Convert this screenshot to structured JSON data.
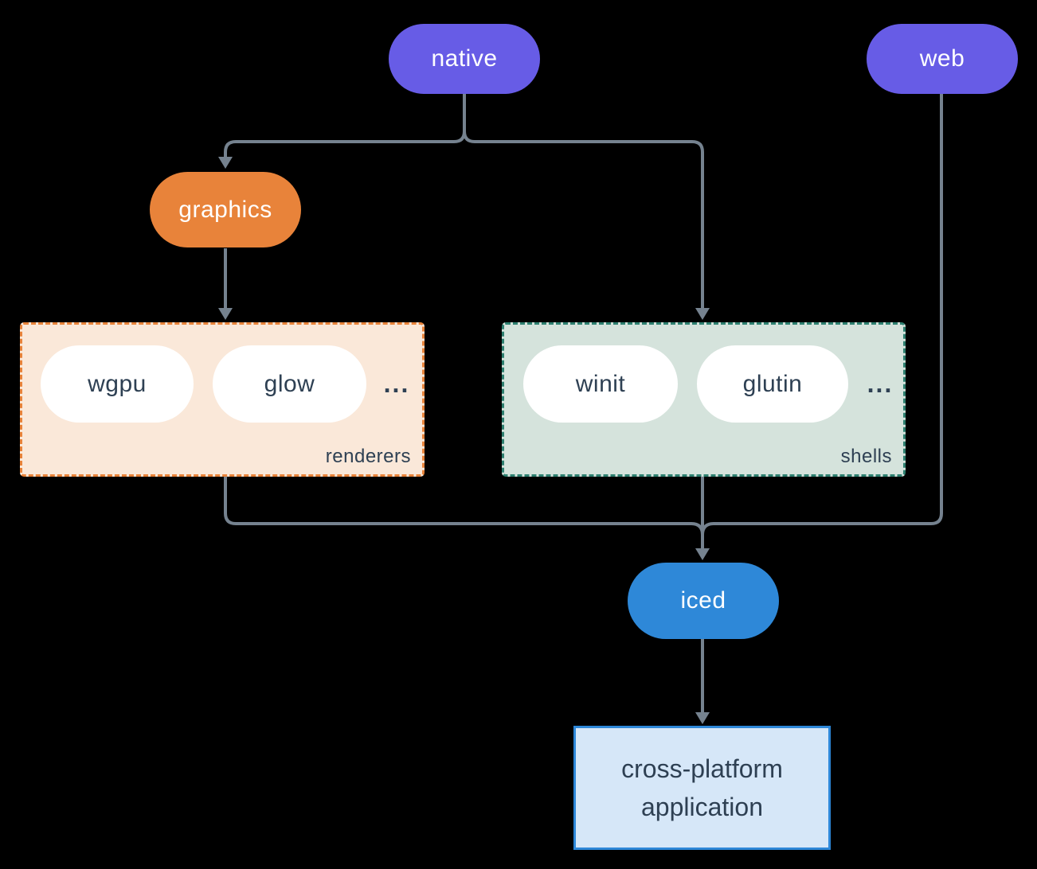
{
  "diagram": {
    "colors": {
      "background": "#000000",
      "line": "#75828f",
      "dark_text": "#2e4053",
      "white_text": "#ffffff",
      "native_fill": "#675ce6",
      "web_fill": "#675ce6",
      "graphics_fill": "#e8833a",
      "iced_fill": "#2e88d8",
      "inner_pill_fill": "#ffffff",
      "renderers_fill": "#fae8d9",
      "renderers_border": "#e8833a",
      "shells_fill": "#d5e3dc",
      "shells_border": "#2e8070",
      "app_fill": "#d6e7f8",
      "app_border": "#2d87d8"
    },
    "nodes": {
      "native": {
        "label": "native"
      },
      "web": {
        "label": "web"
      },
      "graphics": {
        "label": "graphics"
      },
      "wgpu": {
        "label": "wgpu"
      },
      "glow": {
        "label": "glow"
      },
      "winit": {
        "label": "winit"
      },
      "glutin": {
        "label": "glutin"
      },
      "iced": {
        "label": "iced"
      },
      "application": {
        "line1": "cross-platform",
        "line2": "application"
      }
    },
    "groups": {
      "renderers": {
        "label": "renderers",
        "ellipsis": "..."
      },
      "shells": {
        "label": "shells",
        "ellipsis": "..."
      }
    }
  }
}
